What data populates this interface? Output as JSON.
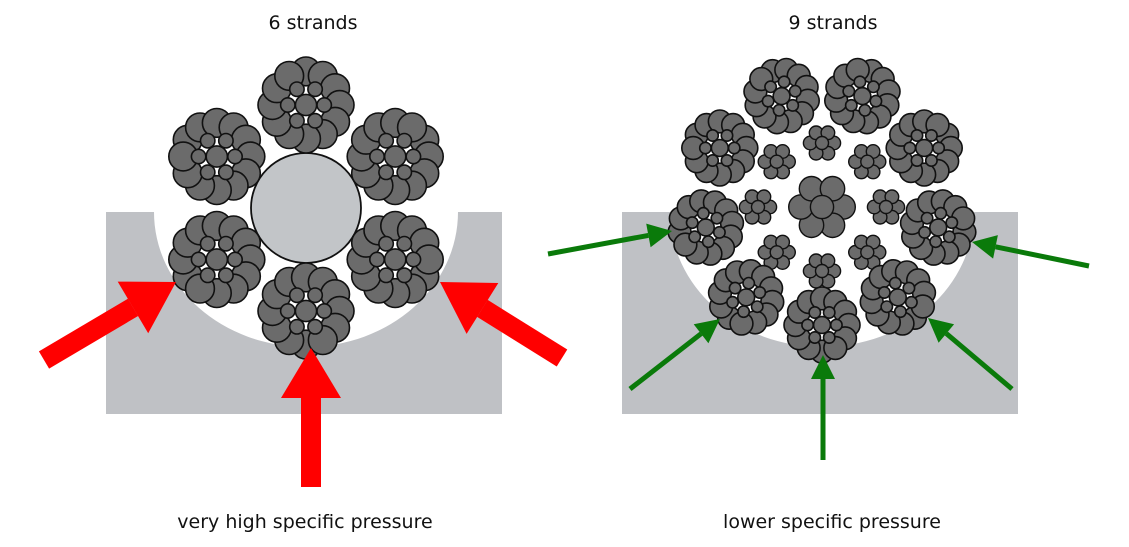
{
  "left_panel": {
    "title": "6 strands",
    "caption": "very high specific pressure",
    "strand_count": 6,
    "arrow_color": "#ff0000",
    "core": "fiber-core"
  },
  "right_panel": {
    "title": "9 strands",
    "caption": "lower specific pressure",
    "strand_count": 9,
    "arrow_color": "#0a7a0a",
    "core": "wire-core"
  },
  "colors": {
    "sheave": "#bfc1c5",
    "wire": "#6b6b6b",
    "wire_outline": "#111111",
    "fiber_core": "#c2c5c8",
    "background": "#ffffff"
  }
}
